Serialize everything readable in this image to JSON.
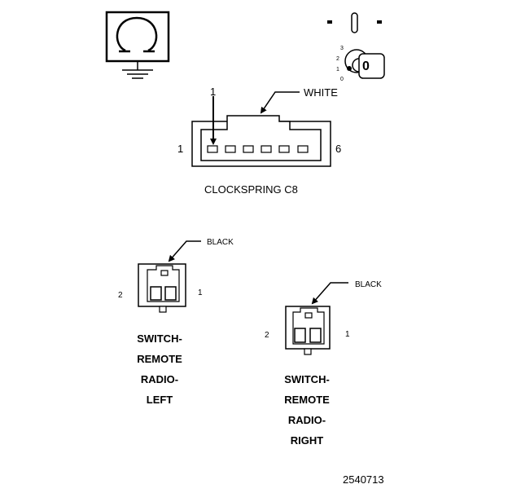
{
  "ohmmeter_icon": {
    "icon": "ohmmeter-icon"
  },
  "ignition_icon": {
    "icon": "ignition-key-icon",
    "positions": [
      "3",
      "2",
      "1",
      "0"
    ],
    "key_position_label": "0"
  },
  "clockspring": {
    "wire_color": "WHITE",
    "pointer_pin": "1",
    "left_pin": "1",
    "right_pin": "6",
    "caption": "CLOCKSPRING C8"
  },
  "switch_left": {
    "wire_color": "BLACK",
    "left_pin": "2",
    "right_pin": "1",
    "caption_lines": [
      "SWITCH-",
      "REMOTE",
      "RADIO-",
      "LEFT"
    ]
  },
  "switch_right": {
    "wire_color": "BLACK",
    "left_pin": "2",
    "right_pin": "1",
    "caption_lines": [
      "SWITCH-",
      "REMOTE",
      "RADIO-",
      "RIGHT"
    ]
  },
  "figure_number": "2540713"
}
